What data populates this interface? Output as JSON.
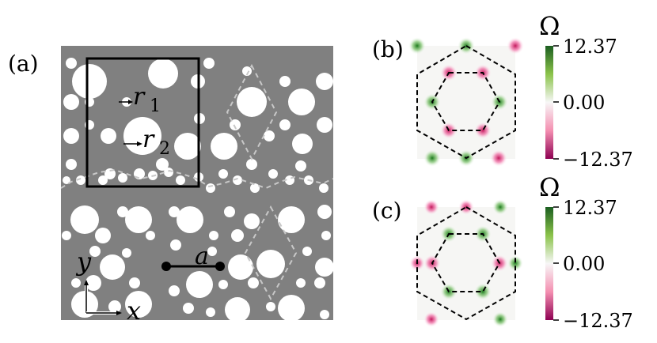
{
  "figure": {
    "panel_a": {
      "label": "(a)",
      "radius_labels": [
        "r",
        "1",
        "r",
        "2"
      ],
      "lattice_label": "a",
      "axis_x": "x",
      "axis_y": "y"
    },
    "panel_b": {
      "label": "(b)",
      "colorbar": {
        "title": "Ω",
        "ticks": [
          "12.37",
          "0.00",
          "−12.37"
        ]
      }
    },
    "panel_c": {
      "label": "(c)",
      "colorbar": {
        "title": "Ω",
        "ticks": [
          "12.37",
          "0.00",
          "−12.37"
        ]
      }
    },
    "colors": {
      "background_slab": "#808080",
      "holes": "#ffffff",
      "positive": "#2e7d32",
      "negative": "#c2185b",
      "dashed_bz": "#000000",
      "dashed_lattice": "#bdbdbd"
    }
  }
}
